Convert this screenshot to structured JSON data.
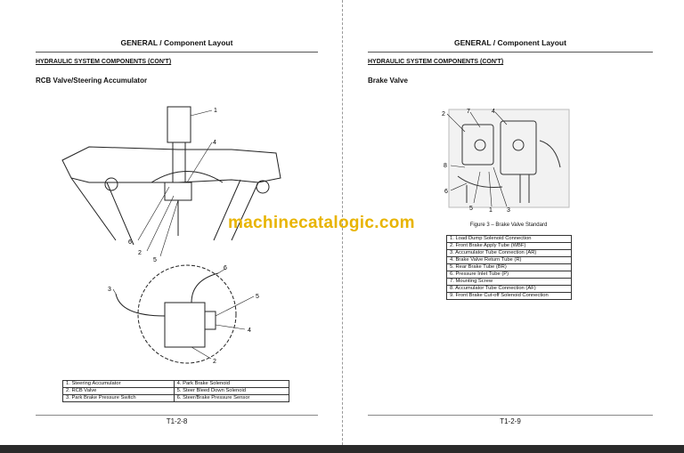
{
  "left_page": {
    "header": "GENERAL / Component Layout",
    "section": "HYDRAULIC SYSTEM COMPONENTS (CON'T)",
    "subtitle": "RCB Valve/Steering Accumulator",
    "callouts_top": [
      "1",
      "4",
      "6",
      "2",
      "5"
    ],
    "callouts_bottom": [
      "6",
      "3",
      "5",
      "4",
      "2"
    ],
    "legend": [
      [
        "1.  Steering Accumulator",
        "4.  Park Brake Solenoid"
      ],
      [
        "2.  RCB Valve",
        "5.  Steer Bleed Down Solenoid"
      ],
      [
        "3.  Park Brake Pressure Switch",
        "6.  Steer/Brake Pressure Sensor"
      ]
    ],
    "page_number": "T1-2-8"
  },
  "right_page": {
    "header": "GENERAL / Component Layout",
    "section": "HYDRAULIC SYSTEM COMPONENTS (CON'T)",
    "subtitle": "Brake Valve",
    "callouts": [
      "2",
      "7",
      "4",
      "8",
      "6",
      "5",
      "1",
      "3"
    ],
    "caption": "Figure 3 – Brake Valve Standard",
    "legend": [
      "1.   Load Dump Solenoid Connection",
      "2.   Front Brake Apply Tube (WBF)",
      "3.   Accumulator Tube Connection (AR)",
      "4.   Brake Valve Return Tube (R)",
      "5.   Rear Brake Tube (BR)",
      "6.   Pressure Inlet Tube (P)",
      "7.   Mounting Screw",
      "8.   Accumulator Tube Connection (AF)",
      "9.   Front Brake Cut-off Solenoid Connection"
    ],
    "page_number": "T1-2-9"
  },
  "watermark": "machinecatalogic.com"
}
